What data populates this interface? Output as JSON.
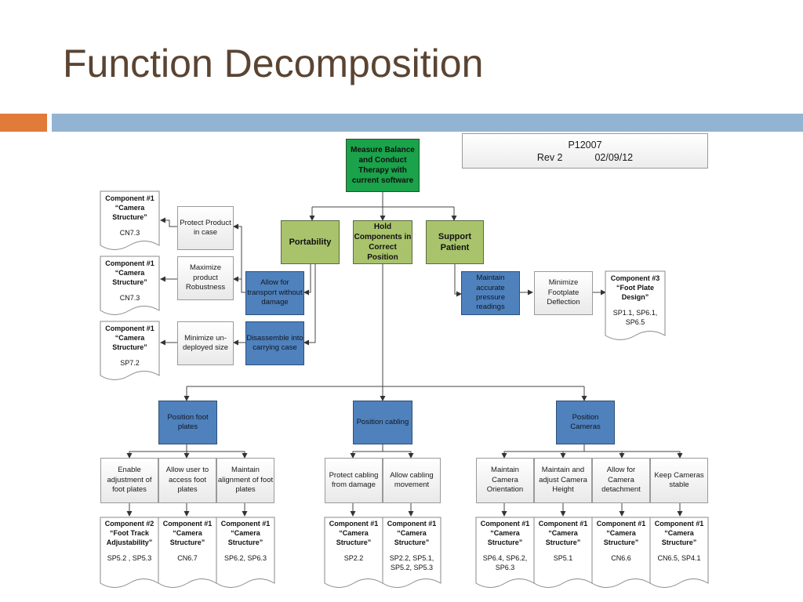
{
  "title": "Function Decomposition",
  "revision": {
    "project": "P12007",
    "rev": "Rev 2",
    "date": "02/09/12"
  },
  "root": "Measure Balance and Conduct Therapy with current software",
  "level1": {
    "portability": "Portability",
    "hold": "Hold Components in Correct Position",
    "support": "Support Patient"
  },
  "portability_funcs": {
    "transport": "Allow for transport without damage",
    "disassemble": "Disassemble into carrying case"
  },
  "portability_subs": {
    "protect": "Protect Product in case",
    "robust": "Maximize product Robustness",
    "size": "Minimize un-deployed size"
  },
  "support_funcs": {
    "pressure": "Maintain accurate pressure readings",
    "deflection": "Minimize Footplate Deflection"
  },
  "hold_funcs": {
    "foot": "Position foot plates",
    "cabling": "Position cabling",
    "cameras": "Position Cameras"
  },
  "foot_subs": {
    "adjust": "Enable adjustment of foot plates",
    "access": "Allow user to access foot plates",
    "align": "Maintain alignment of foot plates"
  },
  "cabling_subs": {
    "protect": "Protect cabling from damage",
    "movement": "Allow cabling movement"
  },
  "camera_subs": {
    "orient": "Maintain Camera Orientation",
    "height": "Maintain and adjust Camera Height",
    "detach": "Allow for Camera detachment",
    "stable": "Keep Cameras stable"
  },
  "components": {
    "port_protect": {
      "head": "Component #1 “Camera Structure”",
      "ref": "CN7.3"
    },
    "port_robust": {
      "head": "Component #1 “Camera Structure”",
      "ref": "CN7.3"
    },
    "port_size": {
      "head": "Component #1 “Camera Structure”",
      "ref": "SP7.2"
    },
    "support": {
      "head": "Component #3 “Foot Plate Design”",
      "ref": "SP1.1, SP6.1, SP6.5"
    },
    "foot_adjust": {
      "head": "Component #2 “Foot Track Adjustability”",
      "ref": "SP5.2 , SP5.3"
    },
    "foot_access": {
      "head": "Component #1 “Camera Structure”",
      "ref": "CN6.7"
    },
    "foot_align": {
      "head": "Component #1 “Camera Structure”",
      "ref": "SP6.2, SP6.3"
    },
    "cab_protect": {
      "head": "Component #1 “Camera Structure”",
      "ref": "SP2.2"
    },
    "cab_move": {
      "head": "Component #1 “Camera Structure”",
      "ref": "SP2.2, SP5.1, SP5.2, SP5.3"
    },
    "cam_orient": {
      "head": "Component #1 “Camera Structure”",
      "ref": "SP6.4, SP6.2, SP6.3"
    },
    "cam_height": {
      "head": "Component #1 “Camera Structure”",
      "ref": "SP5.1"
    },
    "cam_detach": {
      "head": "Component #1 “Camera Structure”",
      "ref": "CN6.6"
    },
    "cam_stable": {
      "head": "Component #1 “Camera Structure”",
      "ref": "CN6.5, SP4.1"
    }
  },
  "colors": {
    "title": "#5a4432",
    "accent_orange": "#e07b39",
    "accent_blue": "#92b4d2",
    "root_green": "#1aa34a",
    "level1_olive": "#a9c36c",
    "function_blue": "#4f81bd"
  }
}
